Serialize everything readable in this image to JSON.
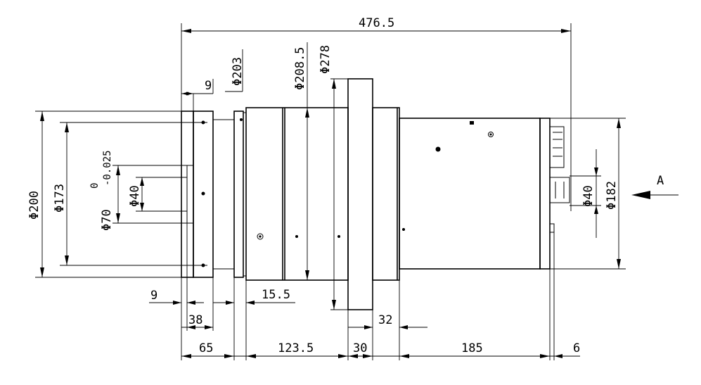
{
  "dimensions": {
    "overall_length": "476.5",
    "dia_203": "Φ203",
    "dia_208_5": "Φ208.5",
    "dia_278": "Φ278",
    "flange_thk_top": "9",
    "dia_200": "Φ200",
    "dia_173": "Φ173",
    "tol_upper": "0",
    "tol_lower": "-0.025",
    "dia_70": "Φ70",
    "dia_40_left": "Φ40",
    "dia_40_right": "Φ40",
    "dia_182": "Φ182",
    "view_label": "A",
    "dim_9_bottom": "9",
    "dim_15_5": "15.5",
    "dim_38": "38",
    "dim_32": "32",
    "dim_65": "65",
    "dim_123_5": "123.5",
    "dim_30": "30",
    "dim_185": "185",
    "dim_6": "6"
  }
}
